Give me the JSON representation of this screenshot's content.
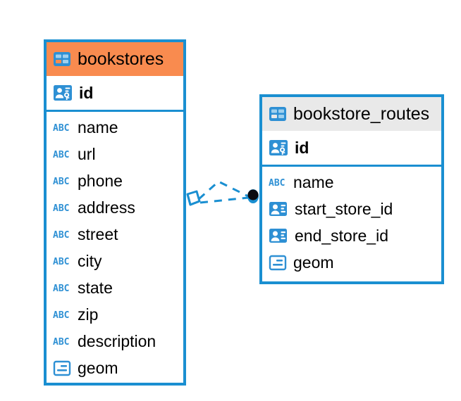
{
  "diagram": {
    "type": "entity-relationship-diagram",
    "background_color": "#ffffff",
    "accent_color": "#1A8FD1",
    "header_orange": "#F98B4F",
    "header_grey": "#E9E9E9"
  },
  "entities": [
    {
      "name": "bookstores",
      "title": "bookstores",
      "header_style": "orange",
      "table_icon": "table-icon",
      "primary_key": {
        "label": "id",
        "icon": "primary-key-icon"
      },
      "fields": [
        {
          "label": "name",
          "icon": "text-abc-icon"
        },
        {
          "label": "url",
          "icon": "text-abc-icon"
        },
        {
          "label": "phone",
          "icon": "text-abc-icon"
        },
        {
          "label": "address",
          "icon": "text-abc-icon"
        },
        {
          "label": "street",
          "icon": "text-abc-icon"
        },
        {
          "label": "city",
          "icon": "text-abc-icon"
        },
        {
          "label": "state",
          "icon": "text-abc-icon"
        },
        {
          "label": "zip",
          "icon": "text-abc-icon"
        },
        {
          "label": "description",
          "icon": "text-abc-icon"
        },
        {
          "label": "geom",
          "icon": "geometry-icon"
        }
      ]
    },
    {
      "name": "bookstore_routes",
      "title": "bookstore_routes",
      "header_style": "grey",
      "table_icon": "table-icon",
      "primary_key": {
        "label": "id",
        "icon": "primary-key-icon"
      },
      "fields": [
        {
          "label": "name",
          "icon": "text-abc-icon"
        },
        {
          "label": "start_store_id",
          "icon": "foreign-key-icon"
        },
        {
          "label": "end_store_id",
          "icon": "foreign-key-icon"
        },
        {
          "label": "geom",
          "icon": "geometry-icon"
        }
      ]
    }
  ],
  "relationship": {
    "from_entity": "bookstores",
    "to_entity": "bookstore_routes",
    "line_style": "dashed",
    "line_color": "#1A8FD1",
    "source_marker": "crows-foot-diamond-icon",
    "target_marker": "filled-circle-icon"
  }
}
